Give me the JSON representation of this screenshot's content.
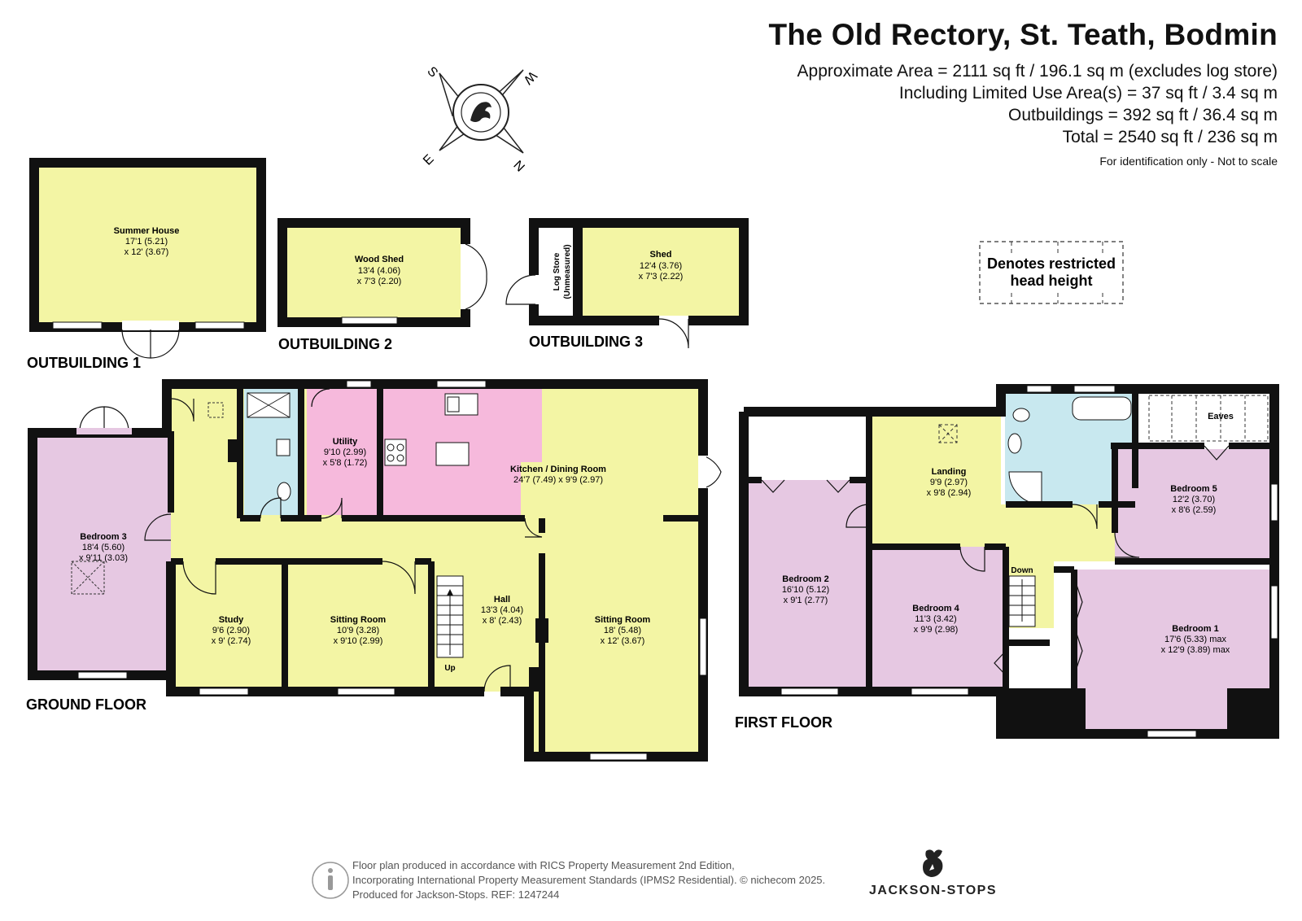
{
  "header": {
    "title": "The Old Rectory, St. Teath, Bodmin",
    "area_lines": [
      "Approximate Area = 2111 sq ft / 196.1 sq m (excludes log store)",
      "Including Limited Use Area(s) = 37 sq ft / 3.4 sq m",
      "Outbuildings = 392 sq ft / 36.4 sq m",
      "Total = 2540 sq ft / 236 sq m"
    ],
    "disclaimer": "For identification only - Not to scale"
  },
  "legend": {
    "restricted_head_height": [
      "Denotes restricted",
      "head height"
    ]
  },
  "compass": {
    "s": "S",
    "w": "W",
    "e": "E",
    "n": "N"
  },
  "sections": {
    "outbuilding1": "OUTBUILDING 1",
    "outbuilding2": "OUTBUILDING 2",
    "outbuilding3": "OUTBUILDING 3",
    "ground_floor": "GROUND FLOOR",
    "first_floor": "FIRST FLOOR"
  },
  "rooms": {
    "summer_house": {
      "name": "Summer House",
      "dim1": "17'1 (5.21)",
      "dim2": "x 12' (3.67)"
    },
    "wood_shed": {
      "name": "Wood Shed",
      "dim1": "13'4 (4.06)",
      "dim2": "x 7'3 (2.20)"
    },
    "log_store": {
      "name": "Log Store",
      "dim1": "(Unmeasured)"
    },
    "shed": {
      "name": "Shed",
      "dim1": "12'4 (3.76)",
      "dim2": "x 7'3 (2.22)"
    },
    "bedroom3": {
      "name": "Bedroom 3",
      "dim1": "18'4 (5.60)",
      "dim2": "x 9'11 (3.03)"
    },
    "utility": {
      "name": "Utility",
      "dim1": "9'10 (2.99)",
      "dim2": "x 5'8 (1.72)"
    },
    "kitchen": {
      "name": "Kitchen / Dining Room",
      "dim1": "24'7 (7.49) x 9'9 (2.97)"
    },
    "study": {
      "name": "Study",
      "dim1": "9'6 (2.90)",
      "dim2": "x 9' (2.74)"
    },
    "sitting_small": {
      "name": "Sitting Room",
      "dim1": "10'9 (3.28)",
      "dim2": "x 9'10 (2.99)"
    },
    "hall": {
      "name": "Hall",
      "dim1": "13'3 (4.04)",
      "dim2": "x 8' (2.43)"
    },
    "sitting_large": {
      "name": "Sitting Room",
      "dim1": "18' (5.48)",
      "dim2": "x 12' (3.67)"
    },
    "bedroom2": {
      "name": "Bedroom 2",
      "dim1": "16'10 (5.12)",
      "dim2": "x 9'1 (2.77)"
    },
    "landing": {
      "name": "Landing",
      "dim1": "9'9 (2.97)",
      "dim2": "x 9'8 (2.94)"
    },
    "bedroom4": {
      "name": "Bedroom 4",
      "dim1": "11'3 (3.42)",
      "dim2": "x 9'9 (2.98)"
    },
    "bedroom5": {
      "name": "Bedroom 5",
      "dim1": "12'2 (3.70)",
      "dim2": "x 8'6 (2.59)"
    },
    "bedroom1": {
      "name": "Bedroom 1",
      "dim1": "17'6 (5.33) max",
      "dim2": "x 12'9 (3.89) max"
    },
    "eaves": {
      "name": "Eaves"
    }
  },
  "stairs": {
    "up": "Up",
    "down": "Down"
  },
  "footer": {
    "lines": [
      "Floor plan produced in accordance with RICS Property Measurement 2nd Edition,",
      "Incorporating International Property Measurement Standards (IPMS2 Residential).   © nichecom 2025.",
      "Produced for Jackson-Stops.    REF:  1247244"
    ],
    "brand": "JACKSON-STOPS"
  },
  "colors": {
    "wall": "#111111",
    "yellow": "#f3f5a4",
    "pink": "#f6b9dc",
    "lilac": "#e6c8e2",
    "blue": "#c8e8ef"
  }
}
